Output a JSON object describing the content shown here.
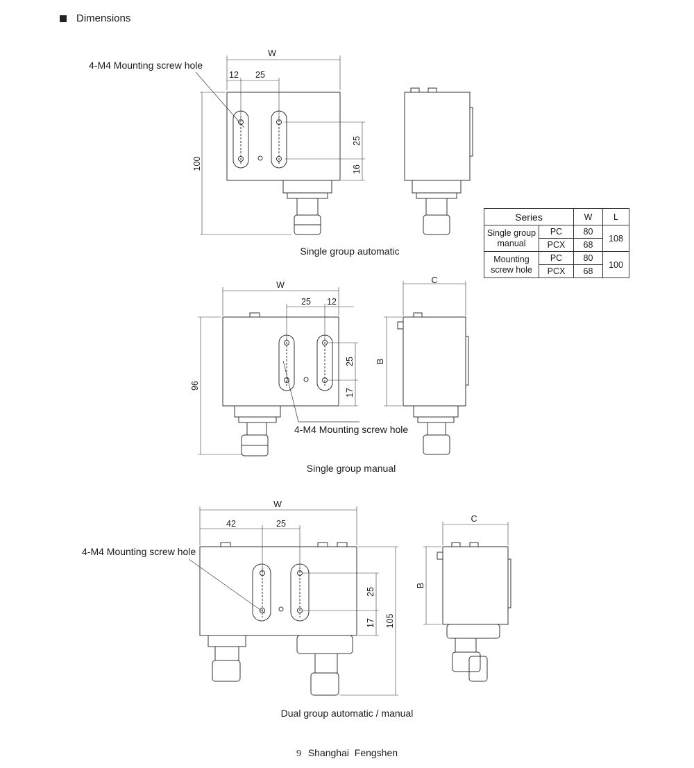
{
  "header": {
    "title": "Dimensions"
  },
  "drawings": {
    "single_auto": {
      "caption": "Single group automatic",
      "callout": "4-M4 Mounting screw hole",
      "dims": {
        "w": "W",
        "d12": "12",
        "d25": "25",
        "h100": "100",
        "v25": "25",
        "v16": "16"
      }
    },
    "single_manual": {
      "caption": "Single group manual",
      "callout": "4-M4 Mounting screw hole",
      "dims": {
        "w": "W",
        "d25": "25",
        "d12": "12",
        "h96": "96",
        "v25": "25",
        "v17": "17",
        "c": "C",
        "b": "B"
      }
    },
    "dual": {
      "caption": "Dual group automatic / manual",
      "callout": "4-M4 Mounting screw hole",
      "dims": {
        "w": "W",
        "d42": "42",
        "d25": "25",
        "v25": "25",
        "v17": "17",
        "h105": "105",
        "c": "C",
        "b": "B"
      }
    }
  },
  "series_table": {
    "headers": [
      "Series",
      "W",
      "L"
    ],
    "groups": [
      {
        "name": "Single group manual",
        "rows": [
          {
            "model": "PC",
            "w": "80"
          },
          {
            "model": "PCX",
            "w": "68"
          }
        ],
        "l": "108"
      },
      {
        "name": "Mounting screw hole",
        "rows": [
          {
            "model": "PC",
            "w": "80"
          },
          {
            "model": "PCX",
            "w": "68"
          }
        ],
        "l": "100"
      }
    ]
  },
  "footer": {
    "page": "9",
    "brand": "Shanghai  Fengshen"
  }
}
